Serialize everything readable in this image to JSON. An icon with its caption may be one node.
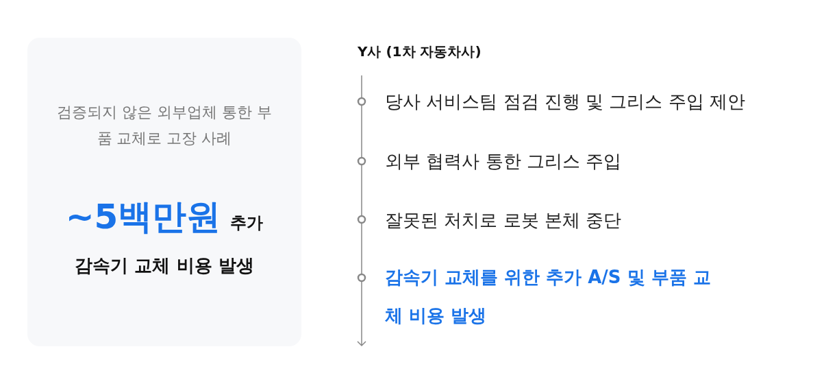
{
  "diagram": {
    "nodes": [
      {
        "text": [
          "검증되지 않은 외부업체 통한 부품 교체로 고장 사례",
          "~5백만원",
          "추가",
          "감속기 교체 비용 발생"
        ]
      }
    ],
    "labels": [
      "Y사 (1차 자동차사)",
      "당사 서비스팀 점검 진행 및 그리스 주입 제안",
      "외부 협력사 통한 그리스 주입",
      "잘못된 처치로 로봇 본체 중단",
      "감속기 교체를 위한 추가 A/S 및 부품 교체 비용 발생"
    ]
  }
}
